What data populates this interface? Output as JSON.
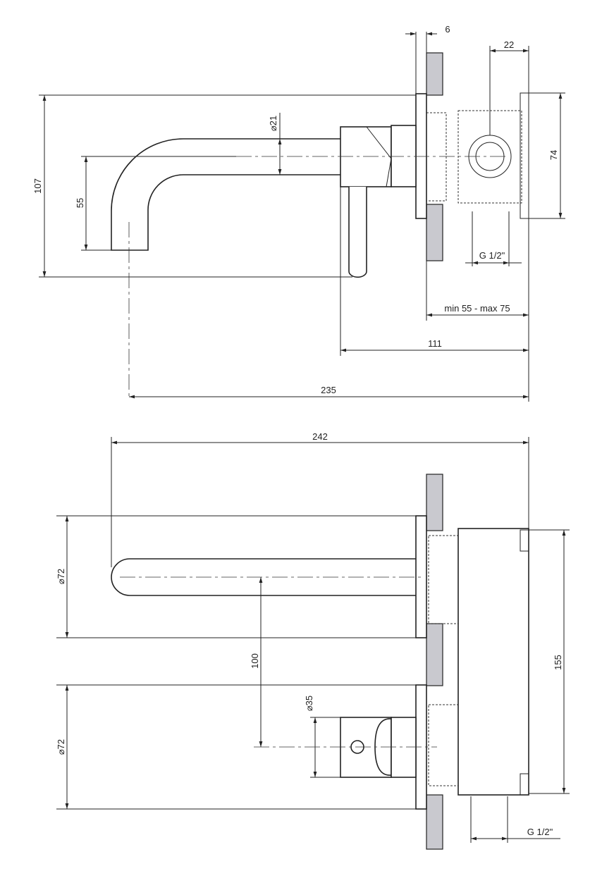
{
  "top_view": {
    "dim_wall_plate": "6",
    "dim_body_offset": "22",
    "dim_pipe_diameter": "⌀21",
    "dim_total_height": "107",
    "dim_spout_drop": "55",
    "dim_body_height": "74",
    "dim_thread": "G 1/2\"",
    "dim_install_depth": "min 55 - max 75",
    "dim_lever_distance": "111",
    "dim_spout_projection": "235"
  },
  "bottom_view": {
    "dim_total_length": "242",
    "dim_spout_plate": "⌀72",
    "dim_axis_distance": "100",
    "dim_handle_diameter": "⌀35",
    "dim_handle_plate": "⌀72",
    "dim_body_height": "155",
    "dim_thread": "G 1/2\""
  }
}
